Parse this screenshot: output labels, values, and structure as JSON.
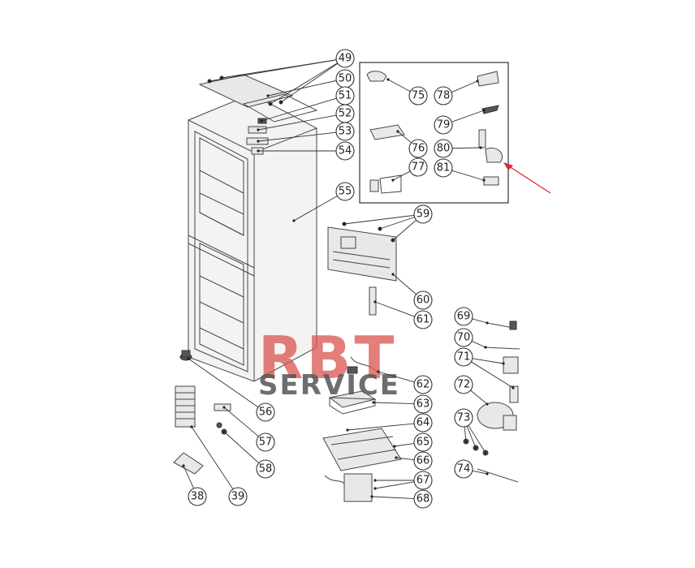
{
  "watermark": {
    "brand": "RBT",
    "sub": "SERVICE",
    "brand_color": "#d9534f",
    "sub_color": "#555555"
  },
  "callouts": [
    "49",
    "50",
    "51",
    "52",
    "53",
    "54",
    "55",
    "56",
    "57",
    "58",
    "38",
    "39",
    "59",
    "60",
    "61",
    "62",
    "63",
    "64",
    "65",
    "66",
    "67",
    "68",
    "69",
    "70",
    "71",
    "72",
    "73",
    "74",
    "75",
    "76",
    "77",
    "78",
    "79",
    "80",
    "81"
  ],
  "highlight_arrow_color": "#d32f2f"
}
